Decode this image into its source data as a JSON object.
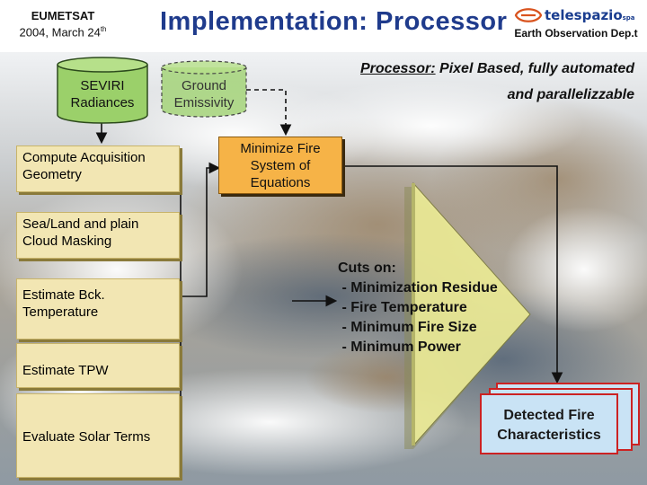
{
  "header": {
    "org": "EUMETSAT",
    "date_main": "2004, March 24",
    "date_sup": "th",
    "title": "Implementation: Processor",
    "logo_name": "telespazio",
    "logo_suffix": "spa",
    "department": "Earth Observation Dep.t"
  },
  "processor_note": {
    "label": "Processor:",
    "line1_rest": " Pixel Based, fully automated",
    "line2": "and parallelizzable"
  },
  "inputs": {
    "seviri": "SEVIRI\nRadiances",
    "ground": "Ground\nEmissivity"
  },
  "steps": [
    "Compute Acquisition\nGeometry",
    "Sea/Land and plain\nCloud Masking",
    "Estimate Bck.\nTemperature",
    "Estimate TPW",
    "Evaluate Solar Terms"
  ],
  "minimize": "Minimize Fire\nSystem of\nEquations",
  "cuts": "Cuts on:\n - Minimization Residue\n - Fire Temperature\n - Minimum Fire Size\n - Minimum Power",
  "output": "Detected Fire\nCharacteristics",
  "colors": {
    "title_blue": "#1f3b8c",
    "step_fill": "#f2e6b3",
    "cylinder_fill": "#9bd06a",
    "fire_box_fill": "#f6b347",
    "cuts_fill": "#f3f29a",
    "output_fill": "#c9e3f5",
    "output_border": "#cc2222"
  }
}
